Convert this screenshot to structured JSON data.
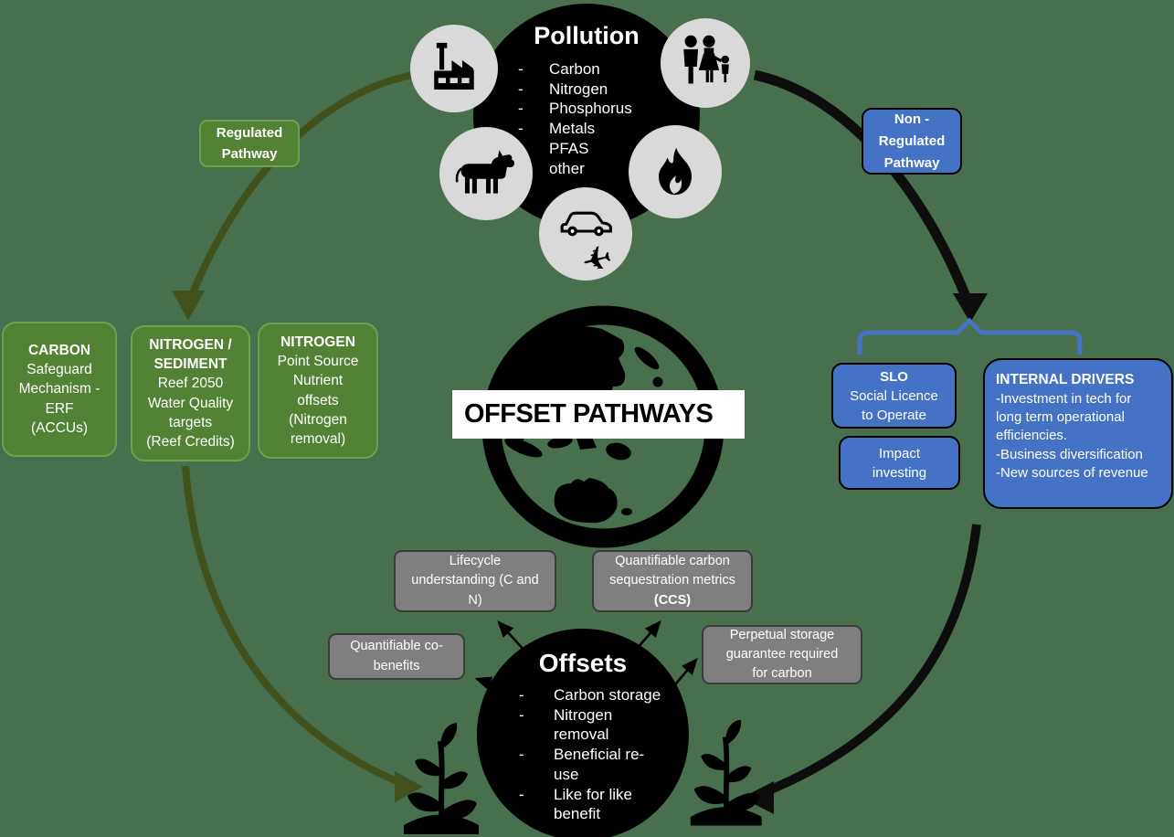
{
  "colors": {
    "background": "#48704F",
    "green_fill": "#548235",
    "green_border": "#71A04E",
    "arrow_green": "#42521D",
    "blue_fill": "#4472C4",
    "gray_box": "#7F7F7F",
    "gray_circle": "#D9D9D9",
    "black": "#000000",
    "white": "#FFFFFF"
  },
  "icons": {
    "pollution_sources": [
      "factory-icon",
      "family-icon",
      "cow-icon",
      "flame-icon",
      "car-plane-icon"
    ],
    "center": "globe-icon",
    "bottom": "seedling-icon"
  },
  "pollution": {
    "title": "Pollution",
    "items": [
      {
        "dash": "-",
        "label": "Carbon"
      },
      {
        "dash": "-",
        "label": "Nitrogen"
      },
      {
        "dash": "-",
        "label": "Phosphorus"
      },
      {
        "dash": "-",
        "label": "Metals"
      },
      {
        "dash": "",
        "label": "PFAS"
      },
      {
        "dash": "",
        "label": "other"
      }
    ]
  },
  "regulated": {
    "badge": "Regulated\nPathway",
    "boxes": [
      {
        "title": "CARBON",
        "body": "Safeguard\nMechanism -\nERF\n(ACCUs)"
      },
      {
        "title": "NITROGEN /\nSEDIMENT",
        "body": "Reef 2050\nWater Quality\ntargets\n(Reef Credits)"
      },
      {
        "title": "NITROGEN",
        "body": "Point Source\nNutrient\noffsets\n(Nitrogen\nremoval)"
      }
    ]
  },
  "non_regulated": {
    "badge": "Non -\nRegulated\nPathway",
    "slo": {
      "title": "SLO",
      "body": "Social Licence\nto Operate"
    },
    "impact": "Impact\ninvesting",
    "internal": {
      "title": "INTERNAL DRIVERS",
      "lines": [
        "-Investment in tech for\nlong term operational\nefficiencies.",
        "-Business diversification",
        "-New sources of revenue"
      ]
    }
  },
  "center": {
    "banner": "OFFSET PATHWAYS"
  },
  "offsets": {
    "title": "Offsets",
    "items": [
      {
        "dash": "-",
        "label": "Carbon storage"
      },
      {
        "dash": "-",
        "label": "Nitrogen\nremoval"
      },
      {
        "dash": "-",
        "label": "Beneficial re-\nuse"
      },
      {
        "dash": "-",
        "label": "Like for like\nbenefit"
      }
    ]
  },
  "offset_criteria": {
    "lifecycle": "Lifecycle\nunderstanding (C and\nN)",
    "ccs_main": "Quantifiable carbon\nsequestration metrics",
    "ccs_bold": "(CCS)",
    "cobenefits": "Quantifiable co-\nbenefits",
    "perpetual": "Perpetual storage\nguarantee required\nfor carbon"
  }
}
